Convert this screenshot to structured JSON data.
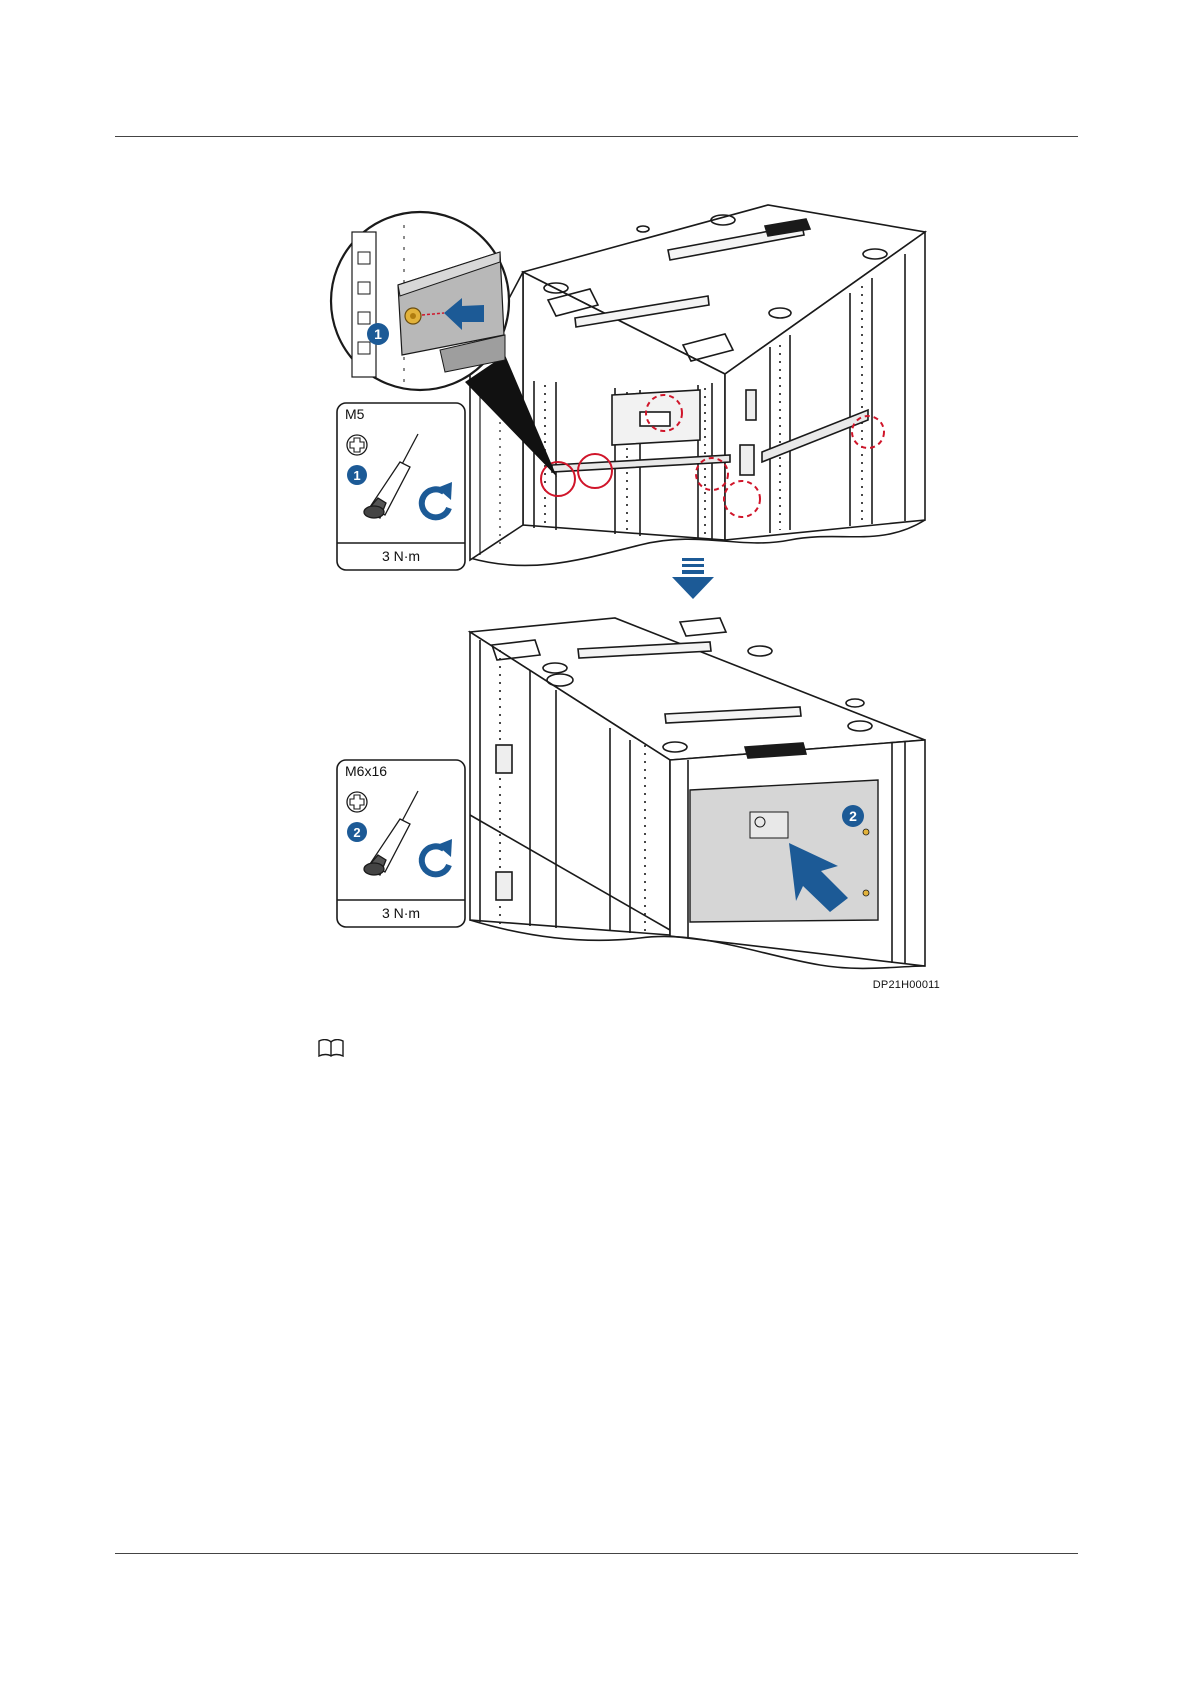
{
  "figure": {
    "code": "DP21H00011",
    "callouts": {
      "step1": "1",
      "step2": "2"
    },
    "tool_boxes": [
      {
        "screw": "M5",
        "step": "1",
        "torque": "3 N·m"
      },
      {
        "screw": "M6x16",
        "step": "2",
        "torque": "3 N·m"
      }
    ]
  },
  "colors": {
    "accent_blue": "#1c5a96",
    "warning_red": "#d0152a",
    "line": "#1a1a1a",
    "panel_gray": "#d6d6d6",
    "screw_yellow": "#e2b23a"
  },
  "icons": [
    "note-book-icon",
    "phillips-screw-icon",
    "screwdriver-icon",
    "clockwise-arrow-icon",
    "down-arrow-icon"
  ]
}
